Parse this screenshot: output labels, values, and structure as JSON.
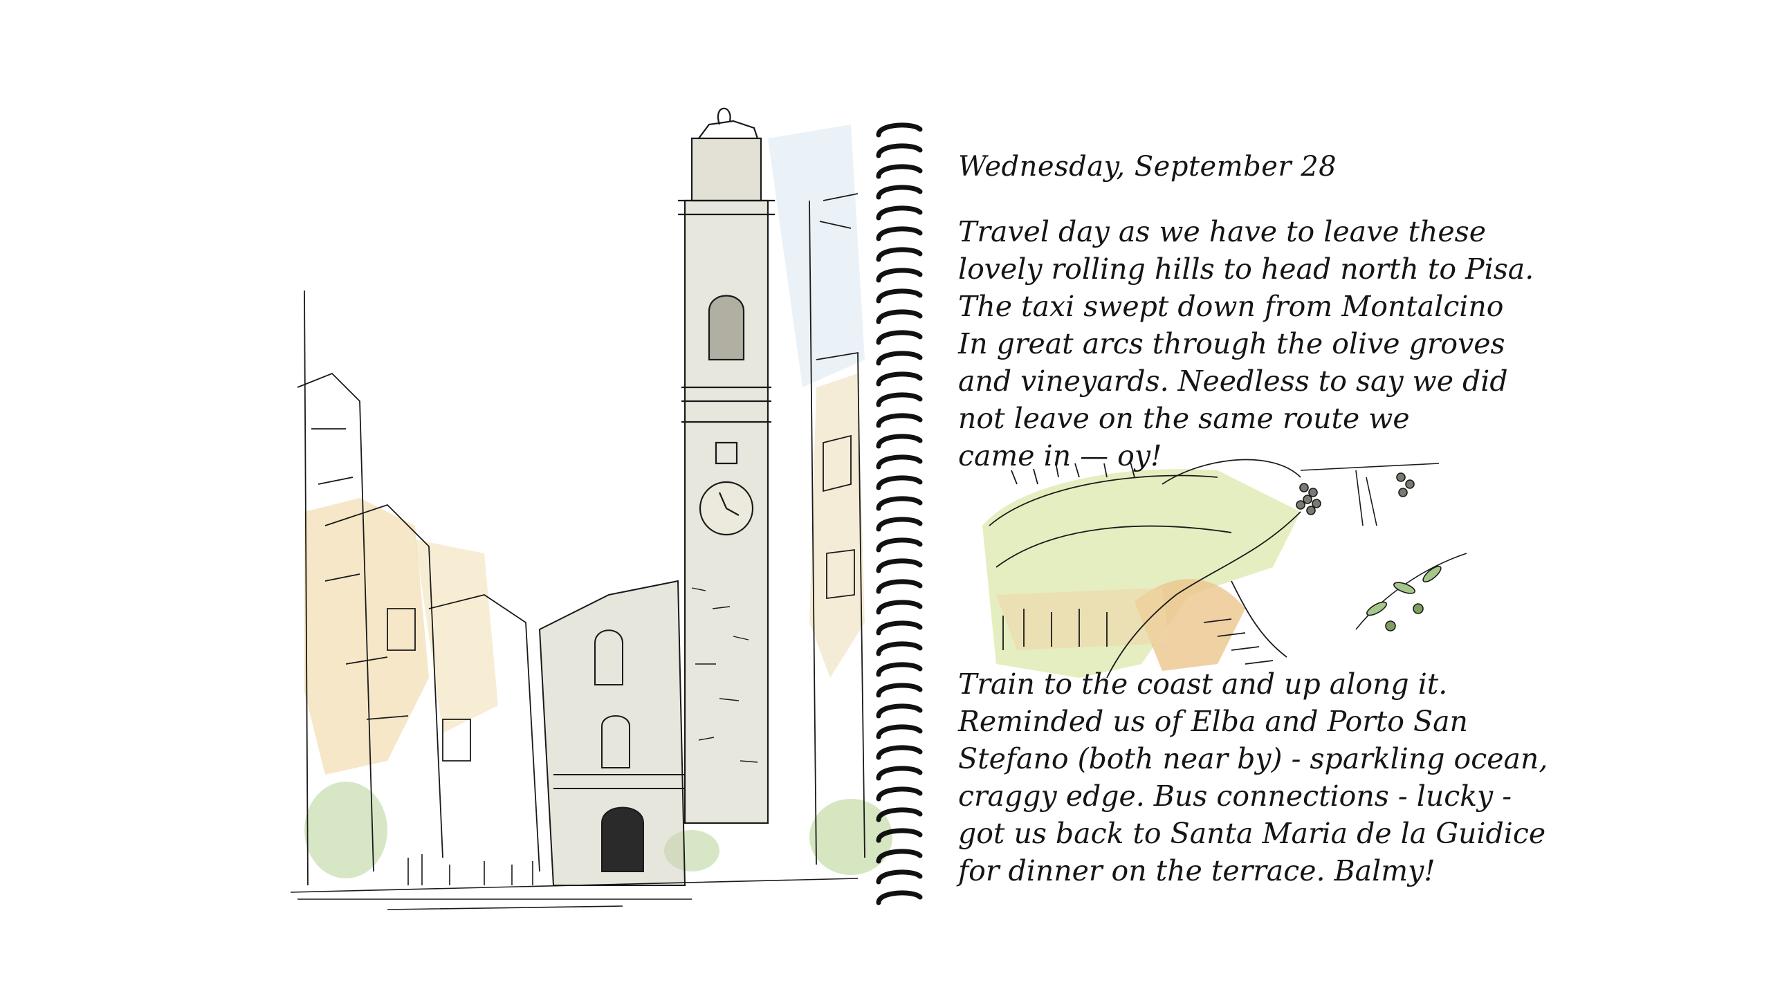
{
  "journal": {
    "date": "Wednesday, September 28",
    "paragraph_1": [
      "Travel day as we have to leave these",
      "lovely rolling hills to head north to Pisa.",
      "The taxi swept down from Montalcino",
      "In great arcs through the olive groves",
      "and vineyards. Needless to say we did",
      "not leave on the same route we",
      "came in — oy!"
    ],
    "paragraph_2": [
      "Train to the coast and up along it.",
      "Reminded us of Elba and Porto San",
      "Stefano (both near by) - sparkling ocean,",
      "craggy edge. Bus connections - lucky -",
      "got us back to Santa Maria de la Guidice",
      "for dinner on the terrace. Balmy!"
    ]
  },
  "colors": {
    "ink": "#1a1a1a",
    "ochre_wash": "#e8c98a",
    "green_wash": "#b8d49a",
    "stone_wash": "#c9c7b3",
    "spiral": "#111111"
  },
  "icons": [
    "spiral-binding",
    "clock-tower-sketch",
    "vineyard-sketch",
    "grape-cluster-sketch",
    "olive-branch-sketch"
  ]
}
